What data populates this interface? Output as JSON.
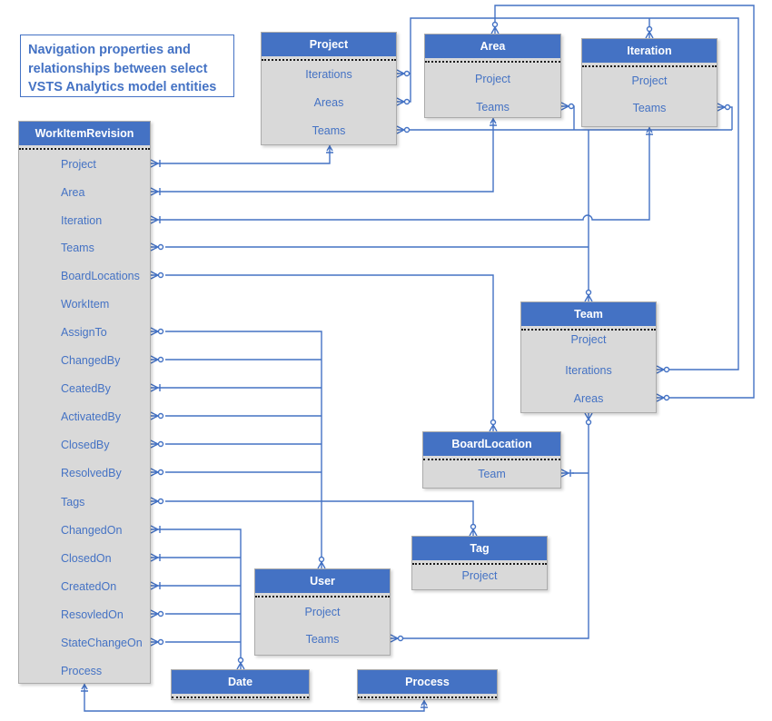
{
  "title": "Navigation properties and relationships between select VSTS Analytics model entities",
  "colors": {
    "accent": "#4472C4",
    "entity_body": "#d9d9d9",
    "header_text": "#ffffff"
  },
  "entities": [
    {
      "id": "workItemRevision",
      "title": "WorkItemRevision",
      "properties": [
        {
          "label": "Project",
          "cardinality": "one"
        },
        {
          "label": "Area",
          "cardinality": "one"
        },
        {
          "label": "Iteration",
          "cardinality": "one"
        },
        {
          "label": "Teams",
          "cardinality": "many"
        },
        {
          "label": "BoardLocations",
          "cardinality": "many"
        },
        {
          "label": "WorkItem",
          "cardinality": null
        },
        {
          "label": "AssignTo",
          "cardinality": "many"
        },
        {
          "label": "ChangedBy",
          "cardinality": "many"
        },
        {
          "label": "CeatedBy",
          "cardinality": "one"
        },
        {
          "label": "ActivatedBy",
          "cardinality": "many"
        },
        {
          "label": "ClosedBy",
          "cardinality": "many"
        },
        {
          "label": "ResolvedBy",
          "cardinality": "many"
        },
        {
          "label": "Tags",
          "cardinality": "many"
        },
        {
          "label": "ChangedOn",
          "cardinality": "one"
        },
        {
          "label": "ClosedOn",
          "cardinality": "one"
        },
        {
          "label": "CreatedOn",
          "cardinality": "one"
        },
        {
          "label": "ResovledOn",
          "cardinality": "many"
        },
        {
          "label": "StateChangeOn",
          "cardinality": "many"
        },
        {
          "label": "Process",
          "cardinality": null
        }
      ]
    },
    {
      "id": "project",
      "title": "Project",
      "properties": [
        {
          "label": "Iterations",
          "cardinality": "many"
        },
        {
          "label": "Areas",
          "cardinality": "many"
        },
        {
          "label": "Teams",
          "cardinality": "many"
        }
      ]
    },
    {
      "id": "area",
      "title": "Area",
      "properties": [
        {
          "label": "Project",
          "cardinality": null
        },
        {
          "label": "Teams",
          "cardinality": "many"
        }
      ]
    },
    {
      "id": "iteration",
      "title": "Iteration",
      "properties": [
        {
          "label": "Project",
          "cardinality": null
        },
        {
          "label": "Teams",
          "cardinality": "many"
        }
      ]
    },
    {
      "id": "team",
      "title": "Team",
      "properties": [
        {
          "label": "Project",
          "cardinality": null
        },
        {
          "label": "Iterations",
          "cardinality": "many"
        },
        {
          "label": "Areas",
          "cardinality": "many"
        }
      ]
    },
    {
      "id": "boardLocation",
      "title": "BoardLocation",
      "properties": [
        {
          "label": "Team",
          "cardinality": "one"
        }
      ]
    },
    {
      "id": "tag",
      "title": "Tag",
      "properties": [
        {
          "label": "Project",
          "cardinality": null
        }
      ]
    },
    {
      "id": "user",
      "title": "User",
      "properties": [
        {
          "label": "Project",
          "cardinality": null
        },
        {
          "label": "Teams",
          "cardinality": "many"
        }
      ]
    },
    {
      "id": "date",
      "title": "Date",
      "properties": []
    },
    {
      "id": "process",
      "title": "Process",
      "properties": []
    }
  ]
}
